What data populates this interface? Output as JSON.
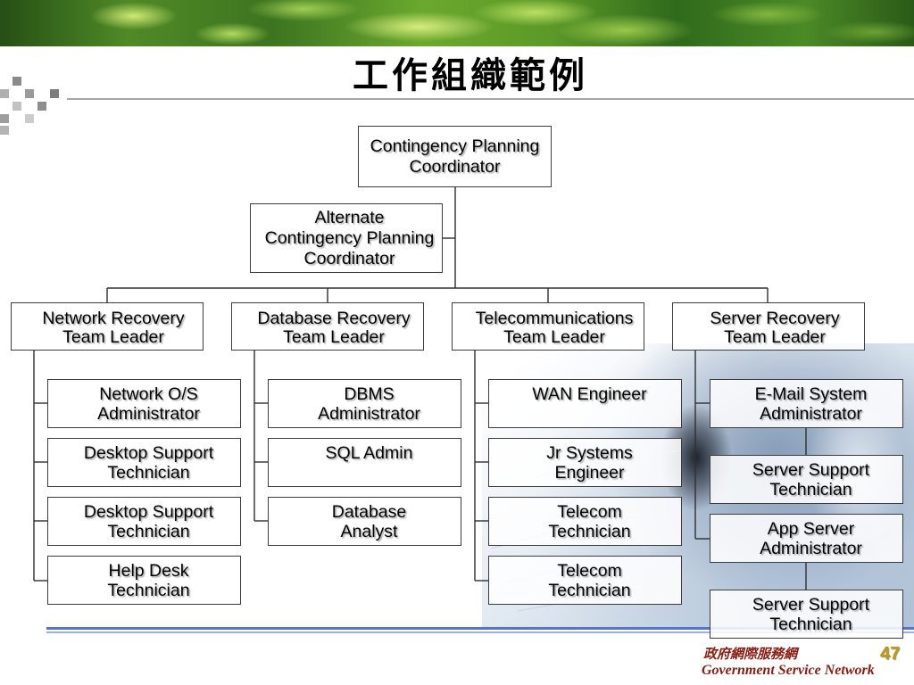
{
  "slide": {
    "title": "工作組織範例",
    "page_number": "47",
    "footer_org_zh": "政府網際服務網",
    "footer_org_en": "Government Service Network"
  },
  "org_chart": {
    "coordinator": "Contingency Planning\nCoordinator",
    "alternate_coordinator": "Alternate\nContingency Planning\nCoordinator",
    "teams": [
      {
        "leader": "Network Recovery\nTeam Leader",
        "members": [
          {
            "title": "Network O/S\nAdministrator"
          },
          {
            "title": "Desktop Support\nTechnician"
          },
          {
            "title": "Desktop Support\nTechnician"
          },
          {
            "title": "Help Desk\nTechnician"
          }
        ]
      },
      {
        "leader": "Database Recovery\nTeam Leader",
        "members": [
          {
            "title": "DBMS\nAdministrator"
          },
          {
            "title": "SQL Admin"
          },
          {
            "title": "Database\nAnalyst"
          }
        ]
      },
      {
        "leader": "Telecommunications\nTeam Leader",
        "members": [
          {
            "title": "WAN Engineer"
          },
          {
            "title": "Jr Systems\nEngineer"
          },
          {
            "title": "Telecom\nTechnician"
          },
          {
            "title": "Telecom\nTechnician"
          }
        ]
      },
      {
        "leader": "Server Recovery\nTeam Leader",
        "members": [
          {
            "title": "E-Mail System\nAdministrator",
            "reports": [
              {
                "title": "Server Support\nTechnician"
              }
            ]
          },
          {
            "title": "App Server\nAdministrator",
            "reports": [
              {
                "title": "Server Support\nTechnician"
              }
            ]
          }
        ]
      }
    ]
  },
  "theme": {
    "banner_green": "#3d7420",
    "footer_rule_blue": "#5573d2",
    "footer_text_color": "#8a1c12",
    "page_number_color": "#c69a00",
    "node_border": "#3c3c3c"
  }
}
